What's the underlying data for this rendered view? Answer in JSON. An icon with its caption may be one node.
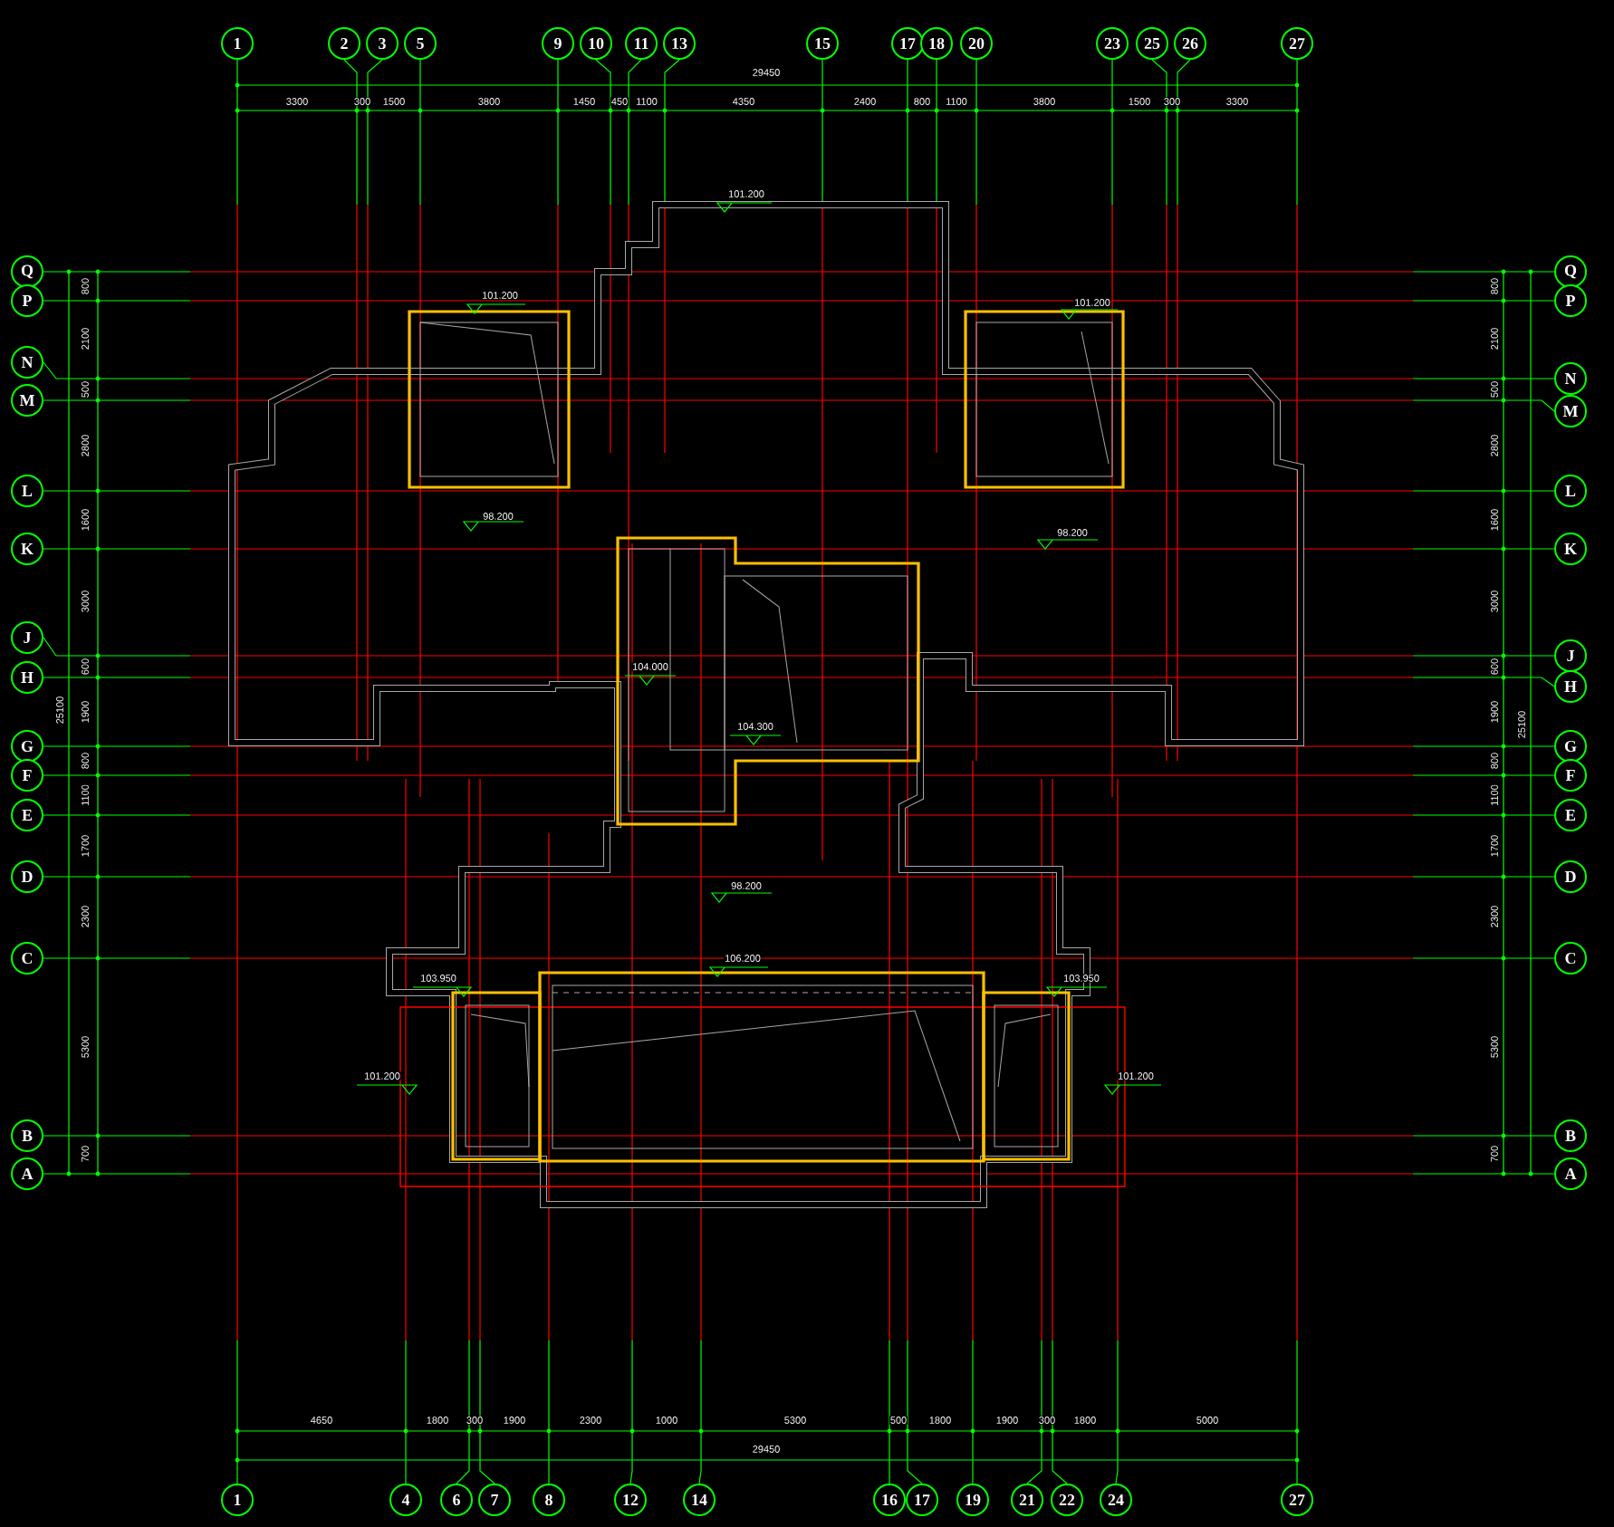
{
  "diagram": {
    "nodes": [
      {
        "text": [
          "1"
        ]
      },
      {
        "text": [
          "2"
        ]
      },
      {
        "text": [
          "3"
        ]
      },
      {
        "text": [
          "5"
        ]
      },
      {
        "text": [
          "9"
        ]
      },
      {
        "text": [
          "10"
        ]
      },
      {
        "text": [
          "11"
        ]
      },
      {
        "text": [
          "13"
        ]
      },
      {
        "text": [
          "15"
        ]
      },
      {
        "text": [
          "17"
        ]
      },
      {
        "text": [
          "18"
        ]
      },
      {
        "text": [
          "20"
        ]
      },
      {
        "text": [
          "23"
        ]
      },
      {
        "text": [
          "25"
        ]
      },
      {
        "text": [
          "26"
        ]
      },
      {
        "text": [
          "27"
        ]
      },
      {
        "text": [
          "Q"
        ]
      },
      {
        "text": [
          "P"
        ]
      },
      {
        "text": [
          "N"
        ]
      },
      {
        "text": [
          "M"
        ]
      },
      {
        "text": [
          "L"
        ]
      },
      {
        "text": [
          "K"
        ]
      },
      {
        "text": [
          "J"
        ]
      },
      {
        "text": [
          "H"
        ]
      },
      {
        "text": [
          "G"
        ]
      },
      {
        "text": [
          "F"
        ]
      },
      {
        "text": [
          "E"
        ]
      },
      {
        "text": [
          "D"
        ]
      },
      {
        "text": [
          "C"
        ]
      },
      {
        "text": [
          "B"
        ]
      },
      {
        "text": [
          "A"
        ]
      },
      {
        "text": [
          "Q"
        ]
      },
      {
        "text": [
          "P"
        ]
      },
      {
        "text": [
          "N"
        ]
      },
      {
        "text": [
          "M"
        ]
      },
      {
        "text": [
          "L"
        ]
      },
      {
        "text": [
          "K"
        ]
      },
      {
        "text": [
          "J"
        ]
      },
      {
        "text": [
          "H"
        ]
      },
      {
        "text": [
          "G"
        ]
      },
      {
        "text": [
          "F"
        ]
      },
      {
        "text": [
          "E"
        ]
      },
      {
        "text": [
          "D"
        ]
      },
      {
        "text": [
          "C"
        ]
      },
      {
        "text": [
          "B"
        ]
      },
      {
        "text": [
          "A"
        ]
      },
      {
        "text": [
          "1"
        ]
      },
      {
        "text": [
          "4"
        ]
      },
      {
        "text": [
          "6"
        ]
      },
      {
        "text": [
          "7"
        ]
      },
      {
        "text": [
          "8"
        ]
      },
      {
        "text": [
          "12"
        ]
      },
      {
        "text": [
          "14"
        ]
      },
      {
        "text": [
          "16"
        ]
      },
      {
        "text": [
          "17"
        ]
      },
      {
        "text": [
          "19"
        ]
      },
      {
        "text": [
          "21"
        ]
      },
      {
        "text": [
          "22"
        ]
      },
      {
        "text": [
          "24"
        ]
      },
      {
        "text": [
          "27"
        ]
      }
    ],
    "labels": [
      "29450",
      "3300",
      "300",
      "1500",
      "3800",
      "1450",
      "450",
      "1100",
      "4350",
      "2400",
      "800",
      "1100",
      "3800",
      "1500",
      "300",
      "3300",
      "101.200",
      "101.200",
      "101.200",
      "98.200",
      "98.200",
      "104.000",
      "104.300",
      "98.200",
      "106.200",
      "103.950",
      "103.950",
      "101.200",
      "101.200",
      "800",
      "2100",
      "500",
      "2800",
      "1600",
      "3000",
      "600",
      "1900",
      "800",
      "1100",
      "1700",
      "2300",
      "5300",
      "700",
      "25100",
      "800",
      "2100",
      "500",
      "2800",
      "1600",
      "3000",
      "600",
      "1900",
      "800",
      "1100",
      "1700",
      "2300",
      "5300",
      "700",
      "25100",
      "4650",
      "1800",
      "300",
      "1900",
      "2300",
      "1000",
      "5300",
      "500",
      "1800",
      "1900",
      "300",
      "1800",
      "5000",
      "29450"
    ]
  }
}
